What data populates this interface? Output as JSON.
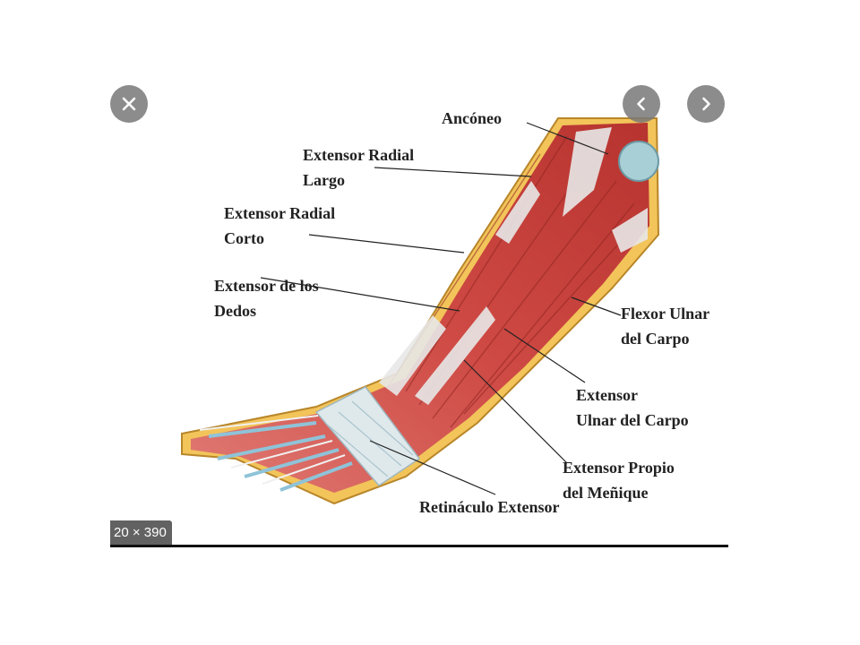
{
  "viewer": {
    "close_icon": "close-icon",
    "prev_icon": "chevron-left-icon",
    "next_icon": "chevron-right-icon",
    "dimensions_text": "20 × 390"
  },
  "figure": {
    "labels": {
      "anconeo": "Ancóneo",
      "radial_largo_1": "Extensor Radial",
      "radial_largo_2": "Largo",
      "radial_corto_1": "Extensor Radial",
      "radial_corto_2": "Corto",
      "dedos_1": "Extensor de los",
      "dedos_2": "Dedos",
      "flexor_ulnar_1": "Flexor Ulnar",
      "flexor_ulnar_2": "del Carpo",
      "ext_ulnar_1": "Extensor",
      "ext_ulnar_2": "Ulnar del Carpo",
      "menique_1": "Extensor Propio",
      "menique_2": "del Meñique",
      "retinaculo": "Retináculo Extensor"
    },
    "colors": {
      "muscle": "#c9443f",
      "muscle_dark": "#9e2a27",
      "tendon": "#e6e6e6",
      "fat": "#f2c45a",
      "vessel": "#7fb6cf"
    }
  }
}
